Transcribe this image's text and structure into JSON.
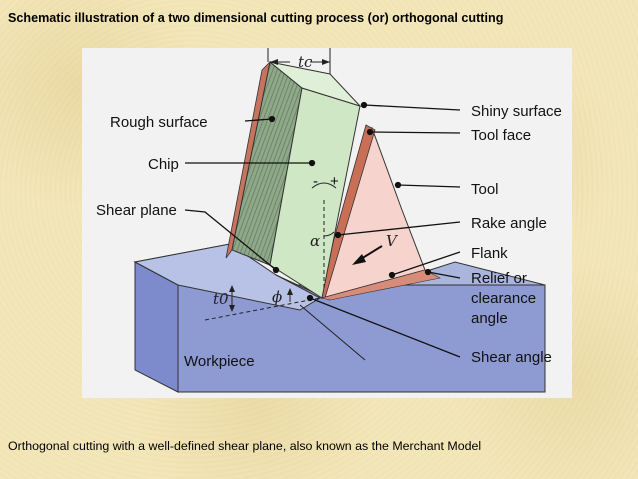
{
  "title": "Schematic illustration of a two dimensional cutting process (or) orthogonal cutting",
  "caption": "Orthogonal cutting with a well-defined shear plane, also known as the Merchant Model",
  "labels": {
    "rough_surface": "Rough surface",
    "chip": "Chip",
    "shear_plane": "Shear plane",
    "workpiece": "Workpiece",
    "shiny_surface": "Shiny surface",
    "tool_face": "Tool face",
    "tool": "Tool",
    "rake_angle": "Rake angle",
    "flank": "Flank",
    "relief_1": "Relief or",
    "relief_2": "clearance",
    "relief_3": "angle",
    "shear_angle": "Shear angle"
  },
  "symbols": {
    "tc": "tc",
    "t0": "t0",
    "alpha": "α",
    "phi": "ϕ",
    "velocity": "V",
    "minus": "-",
    "plus": "+"
  },
  "colors": {
    "background": "#f3e7b9",
    "workpiece_top": "#a9b4dd",
    "workpiece_front": "#8491cc",
    "chip_face": "#cfe6c4",
    "chip_rough": "#7f9a78",
    "tool": "#f6d2cd",
    "tool_edge": "#c8725a",
    "panel": "#f2f2f2"
  }
}
